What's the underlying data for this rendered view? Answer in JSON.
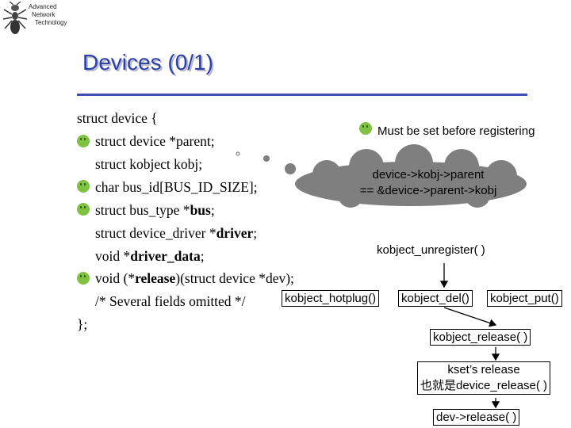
{
  "logo": {
    "lines": [
      "Advanced",
      "Network",
      "Technology"
    ]
  },
  "title": "Devices (0/1)",
  "code": {
    "line1": "struct device {",
    "line2": "struct device *parent;",
    "line3": "struct kobject kobj;",
    "line4": "char bus_id[BUS_ID_SIZE];",
    "line5_pre": "struct bus_type *",
    "line5_bold": "bus",
    "line5_post": ";",
    "line6_pre": "struct device_driver *",
    "line6_bold": "driver",
    "line6_post": ";",
    "line7_pre": "void *",
    "line7_bold": "driver_data",
    "line7_post": ";",
    "line8_pre": "void (*",
    "line8_bold": "release",
    "line8_post": ")(struct device *dev);",
    "line9": "/* Several fields omitted */",
    "line10": "};"
  },
  "note": "Must be set before registering",
  "cloud": {
    "line1": "device->kobj->parent",
    "line2": "== &device->parent->kobj"
  },
  "flow": {
    "unregister": "kobject_unregister( )",
    "hotplug": "kobject_hotplug()",
    "del": "kobject_del()",
    "put": "kobject_put()",
    "release": "kobject_release( )",
    "kset_line1": "kset’s release",
    "kset_line2": "也就是device_release( )",
    "dev_release": "dev->release( )"
  },
  "colors": {
    "title": "#2a40a8",
    "rule": "#3d4fb0",
    "smiley": "#7fc241",
    "cloud": "#7f7f7f"
  }
}
